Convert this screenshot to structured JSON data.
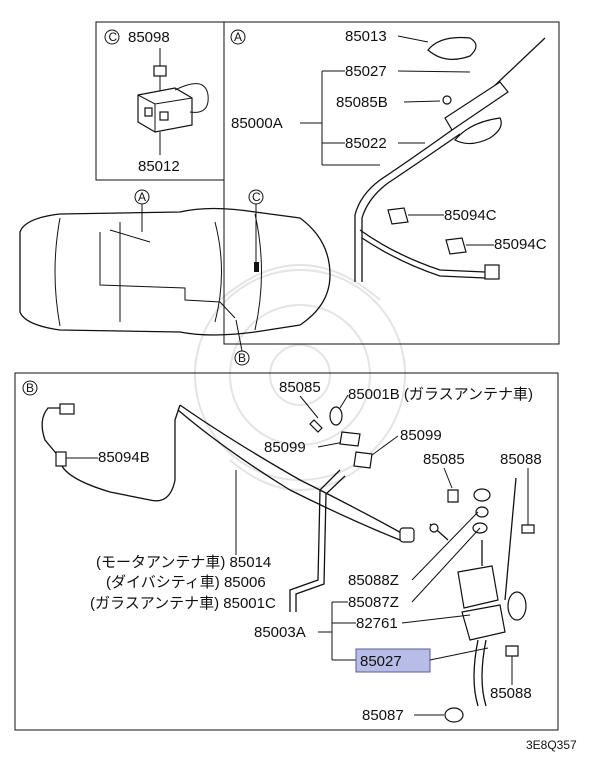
{
  "sections": {
    "C": {
      "letter": "C",
      "parts": [
        "85098",
        "85012"
      ]
    },
    "A": {
      "letter": "A",
      "parts": [
        "85013",
        "85027",
        "85085B",
        "85000A",
        "85022",
        "85094C",
        "85094C"
      ]
    },
    "car": {
      "callouts": [
        "A",
        "C",
        "B"
      ]
    },
    "B": {
      "letter": "B"
    }
  },
  "labels": {
    "p85085": "85085",
    "p85001b": "85001B (ガラスアンテナ車)",
    "p85099a": "85099",
    "p85099b": "85099",
    "p85085c": "85085",
    "p85088a": "85088",
    "p85094b": "85094B",
    "p85014": "(モータアンテナ車) 85014",
    "p85006": "(ダイバシティ車) 85006",
    "p85001c": "(ガラスアンテナ車) 85001C",
    "p85088z": "85088Z",
    "p85087z": "85087Z",
    "p85003a": "85003A",
    "p82761": "82761",
    "p85027h": "85027",
    "p85088b": "85088",
    "p85087": "85087"
  },
  "highlight_color": "#b8bde8",
  "drawing_code": "3E8Q357"
}
